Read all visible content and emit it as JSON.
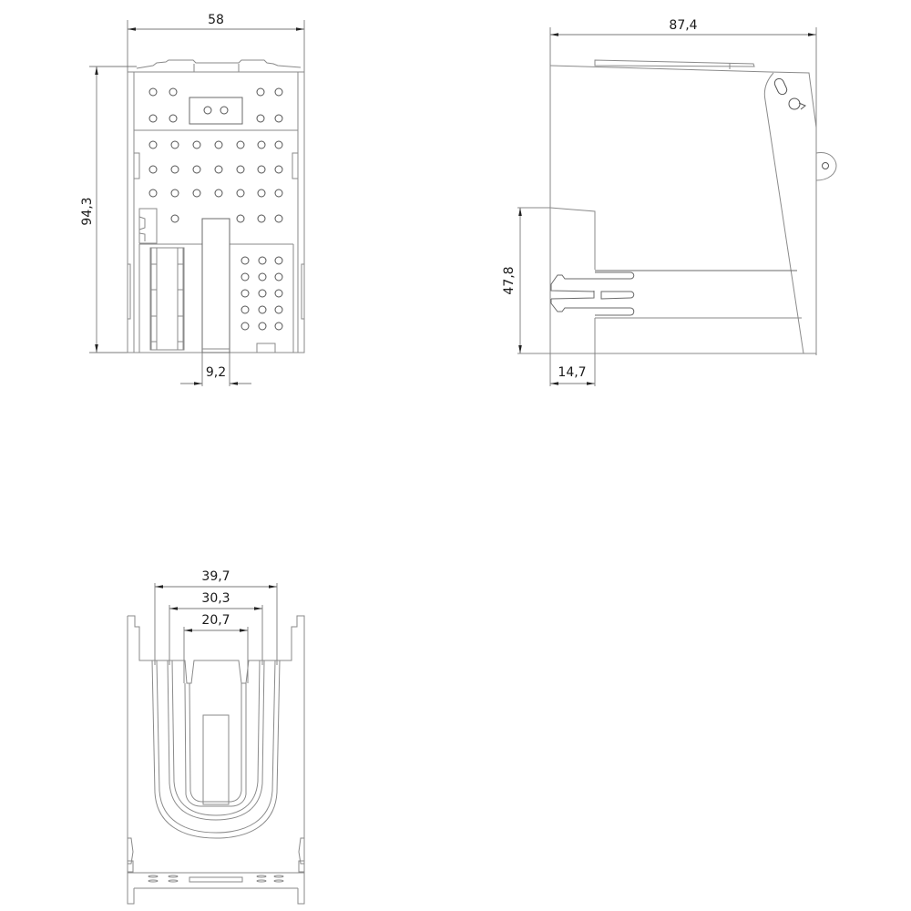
{
  "drawing": {
    "type": "technical-dimension-drawing",
    "units": "mm",
    "views": [
      {
        "name": "front-view",
        "dimensions": {
          "width": "58",
          "height": "94,3",
          "slot_width": "9,2"
        }
      },
      {
        "name": "side-view",
        "dimensions": {
          "depth": "87,4",
          "latch_height": "47,8",
          "latch_depth": "14,7"
        }
      },
      {
        "name": "bottom-view",
        "dimensions": {
          "outer_width": "39,7",
          "middle_width": "30,3",
          "inner_width": "20,7"
        }
      }
    ]
  },
  "labels": {
    "front_width": "58",
    "front_height": "94,3",
    "front_slot": "9,2",
    "side_depth": "87,4",
    "side_latch_height": "47,8",
    "side_latch_depth": "14,7",
    "bottom_outer": "39,7",
    "bottom_middle": "30,3",
    "bottom_inner": "20,7"
  },
  "colors": {
    "line": "#8a8a8a",
    "text": "#1a1a1a",
    "background": "#ffffff"
  }
}
